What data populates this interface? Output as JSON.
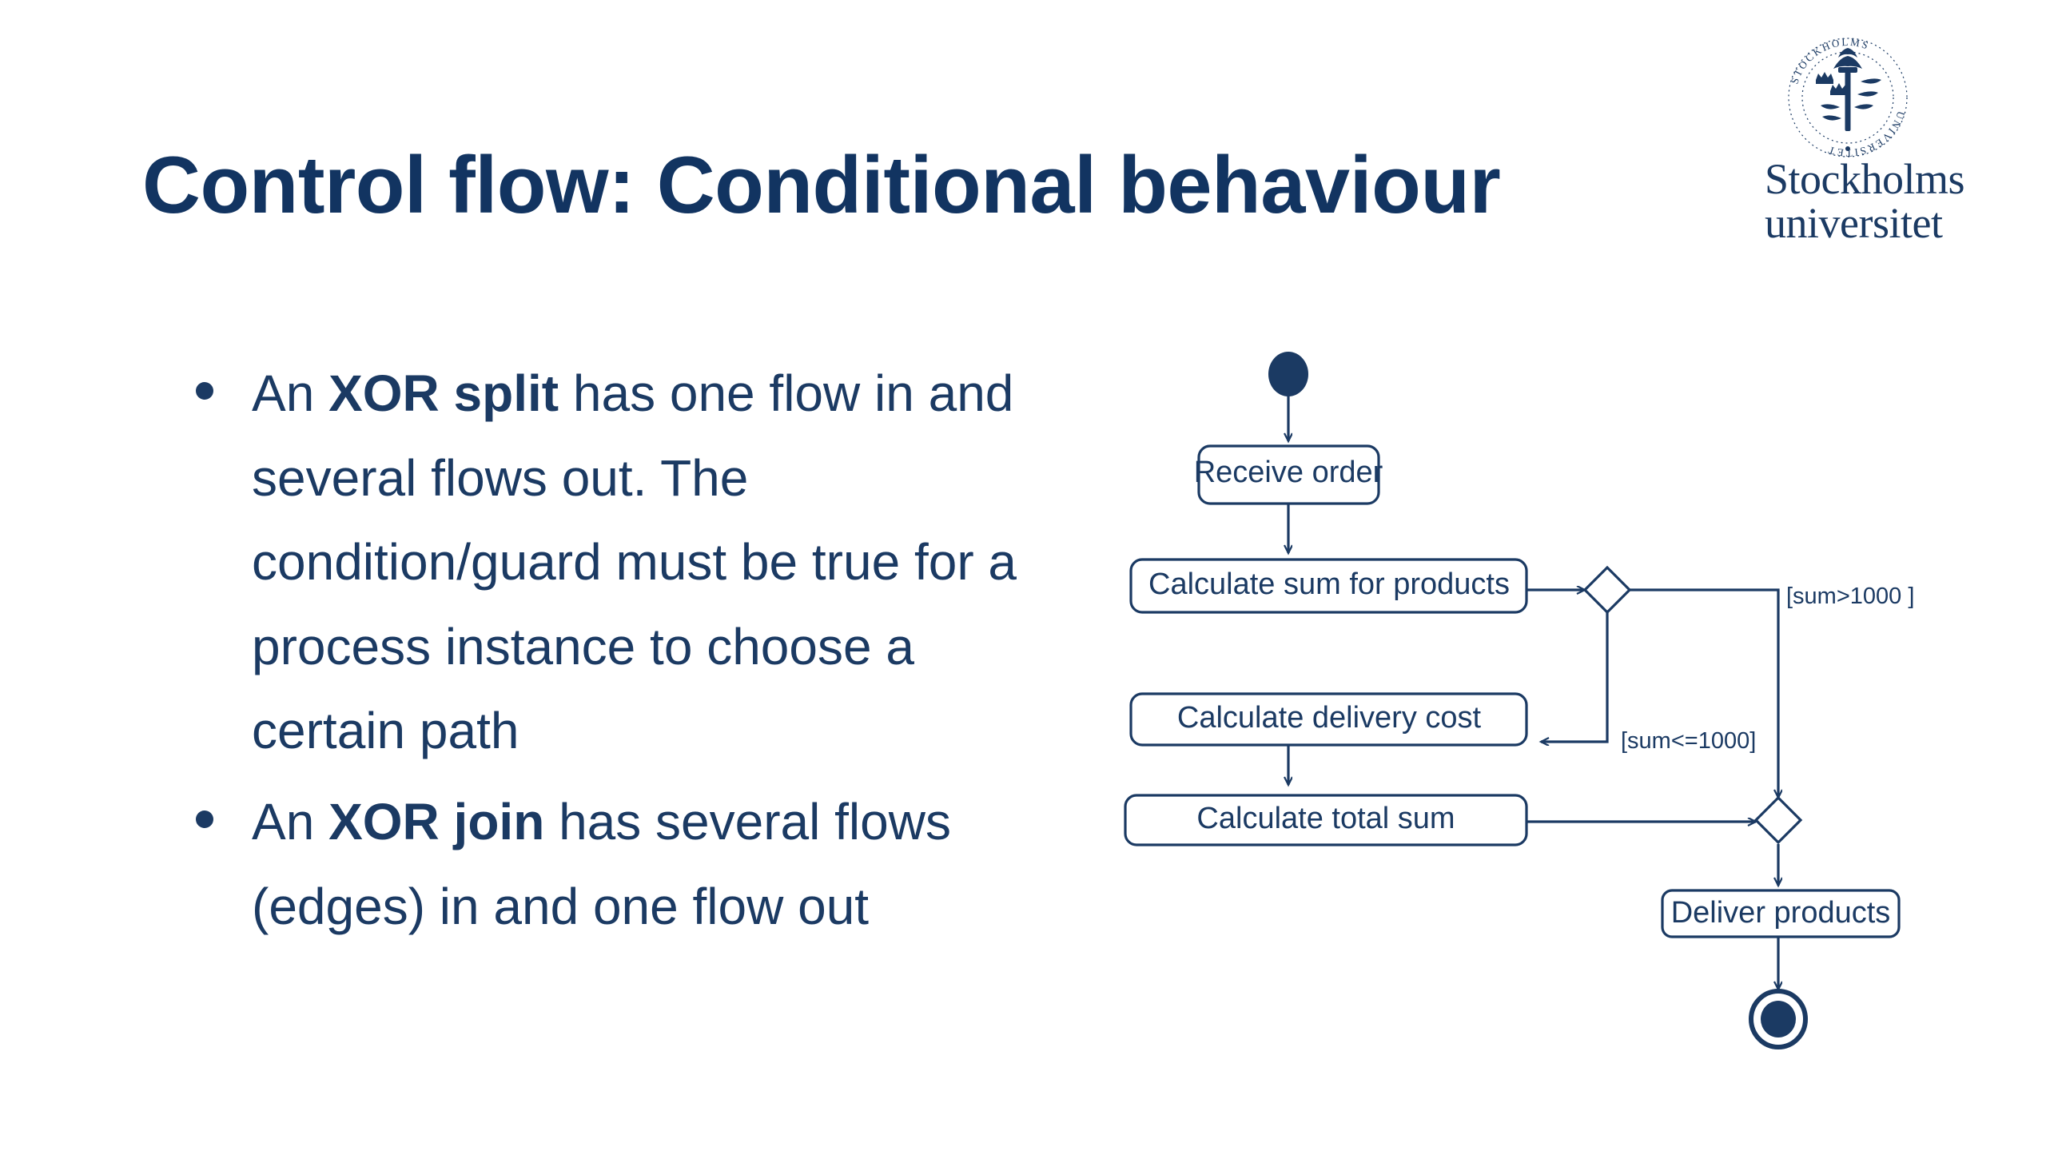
{
  "slide": {
    "title": "Control flow: Conditional behaviour",
    "accent_color": "#1b3a63",
    "title_color": "#123461",
    "background_color": "#ffffff"
  },
  "logo": {
    "name": "stockholm-university-logo",
    "seal_text_left": "UNIVERSITET",
    "seal_text_right": "STOCKHOLMS",
    "wordmark_line1": "Stockholms",
    "wordmark_line2": "universitet"
  },
  "bullets": [
    {
      "parts": [
        {
          "text": "An ",
          "bold": false
        },
        {
          "text": "XOR split",
          "bold": true
        },
        {
          "text": " has one flow in and several flows out. The condition/guard must be true for a process instance to choose a certain path",
          "bold": false
        }
      ],
      "plain": "An XOR split has one flow in and several flows out. The condition/guard must be true for a process instance to choose a certain path"
    },
    {
      "parts": [
        {
          "text": "An ",
          "bold": false
        },
        {
          "text": "XOR join",
          "bold": true
        },
        {
          "text": " has several flows (edges) in and one flow out",
          "bold": false
        }
      ],
      "plain": "An XOR join has several flows (edges) in and one flow out"
    }
  ],
  "diagram": {
    "type": "uml-activity-diagram",
    "nodes": {
      "initial": "initial-node",
      "receive_order": "Receive order",
      "calculate_sum": "Calculate sum for products",
      "decision": "decision-diamond",
      "calculate_delivery": "Calculate delivery cost",
      "calculate_total": "Calculate total sum",
      "merge": "merge-diamond",
      "deliver_products": "Deliver products",
      "final": "final-node"
    },
    "guards": {
      "high": "[sum>1000 ]",
      "low": "[sum<=1000]"
    },
    "edges": [
      "initial -> Receive order",
      "Receive order -> Calculate sum for products",
      "Calculate sum for products -> decision",
      "decision -[sum>1000 ]-> merge",
      "decision -[sum<=1000]-> Calculate delivery cost",
      "Calculate delivery cost -> Calculate total sum",
      "Calculate total sum -> merge",
      "merge -> Deliver products",
      "Deliver products -> final"
    ]
  }
}
